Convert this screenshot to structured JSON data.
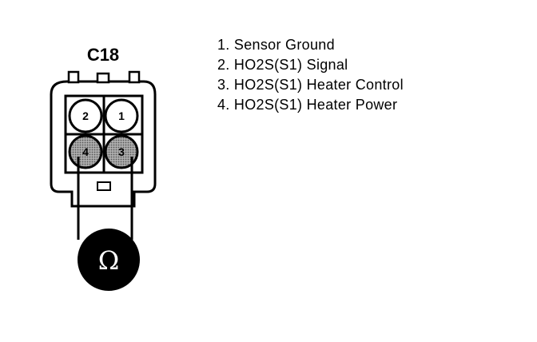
{
  "connector": {
    "label": "C18",
    "pins_top": [
      "2",
      "1"
    ],
    "pins_bottom": [
      "4",
      "3"
    ]
  },
  "meter": {
    "symbol": "Ω",
    "symbol_name": "ohm-symbol"
  },
  "legend": {
    "items": [
      "1. Sensor Ground",
      "2. HO2S(S1) Signal",
      "3. HO2S(S1) Heater Control",
      "4. HO2S(S1) Heater Power"
    ]
  },
  "colors": {
    "ink": "#000000",
    "paper": "#ffffff",
    "shaded_pin": "#8c8c8c"
  }
}
